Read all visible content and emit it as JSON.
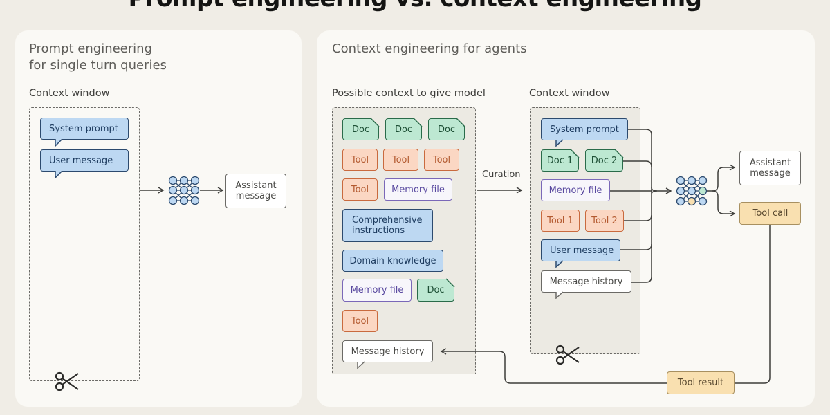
{
  "main_title": "Prompt engineering vs. context engineering",
  "left_panel": {
    "title_line1": "Prompt engineering",
    "title_line2": "for single turn queries",
    "context_label": "Context window",
    "system_prompt": "System prompt",
    "user_message": "User message",
    "assistant_line1": "Assistant",
    "assistant_line2": "message"
  },
  "right_panel": {
    "title": "Context engineering for agents",
    "possible_label": "Possible context to give model",
    "context_label": "Context window",
    "curation": "Curation",
    "doc": "Doc",
    "tool": "Tool",
    "memory_file": "Memory file",
    "comprehensive_line1": "Comprehensive",
    "comprehensive_line2": "instructions",
    "domain_knowledge": "Domain knowledge",
    "message_history": "Message history",
    "system_prompt": "System prompt",
    "doc1": "Doc 1",
    "doc2": "Doc 2",
    "tool1": "Tool 1",
    "tool2": "Tool 2",
    "user_message": "User message",
    "assistant_line1": "Assistant",
    "assistant_line2": "message",
    "tool_call": "Tool call",
    "tool_result": "Tool result"
  },
  "colors": {
    "blue_fill": "#bdd8f2",
    "green_fill": "#bde8d2",
    "orange_fill": "#fbd7c3",
    "yellow_fill": "#f9e0b0"
  }
}
